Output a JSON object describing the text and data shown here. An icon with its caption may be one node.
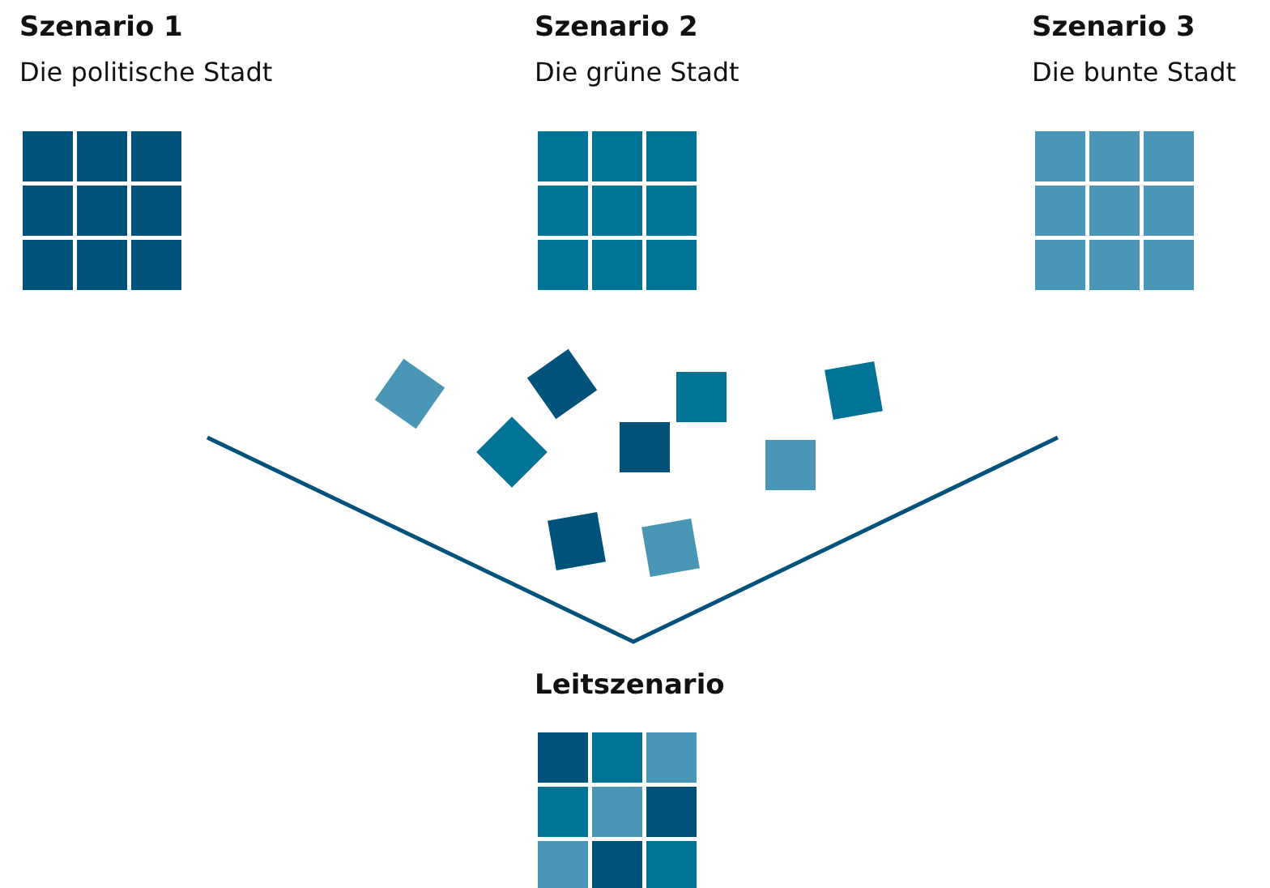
{
  "diagram": {
    "nodes": [
      {
        "text": [
          "Szenario 1",
          "Die politische Stadt"
        ]
      },
      {
        "text": [
          "Szenario 2",
          "Die grüne Stadt"
        ]
      },
      {
        "text": [
          "Szenario 3",
          "Die bunte Stadt"
        ]
      },
      {
        "text": [
          "Leitszenario"
        ]
      }
    ]
  }
}
